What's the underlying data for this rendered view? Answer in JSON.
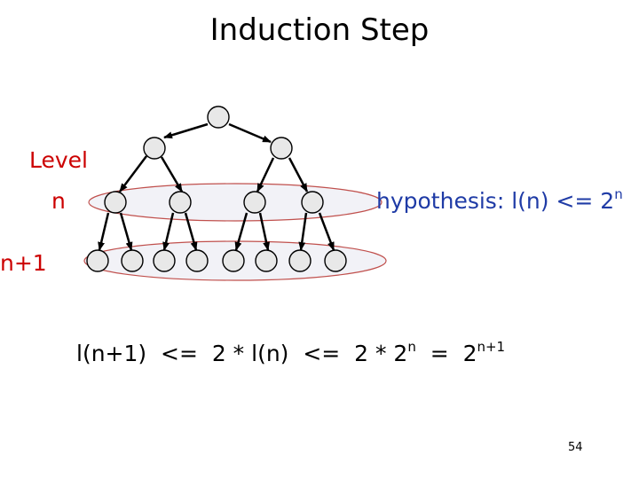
{
  "title": "Induction Step",
  "labels": {
    "level": "Level",
    "n": "n",
    "n_plus_1": "n+1"
  },
  "hypothesis": {
    "text": "hypothesis: l(n) <= 2",
    "sup": "n"
  },
  "formula": {
    "part1": "l(n+1)  <=  2 * l(n)  <=  2 * 2",
    "sup1": "n",
    "part2": "  =  2",
    "sup2": "n+1"
  },
  "page_number": "54",
  "colors": {
    "level_label": "#cc0000",
    "hypothesis_text": "#1f3ba6",
    "node_fill": "#e8e8e8",
    "ellipse_fill": "#f2f2f7",
    "ellipse_stroke": "#c0504d"
  }
}
